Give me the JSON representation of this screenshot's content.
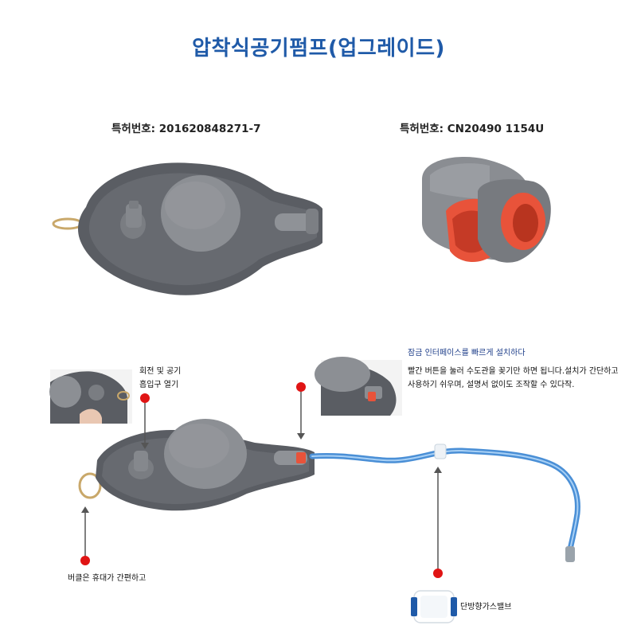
{
  "title": "압착식공기펌프(업그레이드)",
  "patents": {
    "left": "특허번호: 201620848271-7",
    "right": "특허번호: CN20490 1154U"
  },
  "callouts": {
    "rotate_open_line1": "회전 및 공기",
    "rotate_open_line2": "흡입구 열기",
    "quick_lock_heading": "잠금 인터페이스를 빠르게 설치하다",
    "quick_lock_desc_line1": "빨간 버튼을 눌러 수도관을 꽂기만 하면 됩니다.설치가 간단하고",
    "quick_lock_desc_line2": "사용하기 쉬우며, 설명서 없이도 조작할 수 있다작.",
    "buckle": "버클은 휴대가 간편하고",
    "check_valve": "단방향가스밸브"
  },
  "colors": {
    "title": "#1f5aa8",
    "pump_body": "#5a5d63",
    "dome": "#8c8f94",
    "red_marker": "#e01414",
    "tube": "#4a8fd6",
    "red_button": "#e8533a"
  }
}
